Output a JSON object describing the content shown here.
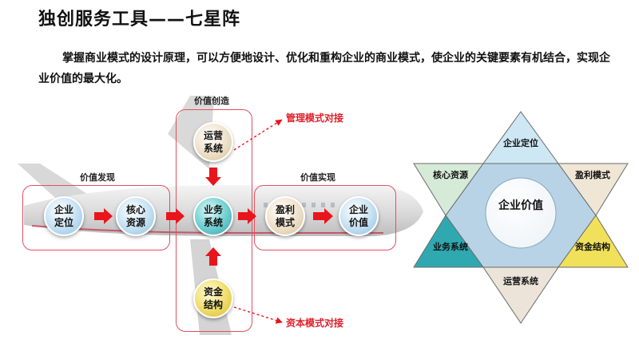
{
  "title": "独创服务工具——七星阵",
  "intro": "掌握商业模式的设计原理，可以方便地设计、优化和重构企业的商业模式，使企业的关键要素有机结合，实现企业价值的最大化。",
  "flow": {
    "group_discovery": "价值发现",
    "group_creation": "价值创造",
    "group_realization": "价值实现",
    "callout_top": "管理模式对接",
    "callout_bottom": "资本模式对接",
    "nodes": {
      "positioning": "企业定位",
      "core_resources": "核心资源",
      "business_system": "业务系统",
      "profit_model": "盈利模式",
      "enterprise_value": "企业价值",
      "operation_system": "运营系统",
      "capital_structure": "资金结构"
    }
  },
  "star": {
    "top": "企业定位",
    "upper_left": "核心资源",
    "upper_right": "盈利模式",
    "lower_left": "业务系统",
    "lower_right": "资金结构",
    "bottom": "运营系统",
    "center": "企业价值",
    "colors": {
      "top": "#cde7f4",
      "upper_left": "#d6ead8",
      "upper_right": "#efe6d6",
      "lower_left": "#2fa8b0",
      "lower_right": "#f1e15a",
      "bottom": "#ece4d8",
      "hexagon": "#b8d3e6",
      "center": "#ffffff"
    }
  }
}
